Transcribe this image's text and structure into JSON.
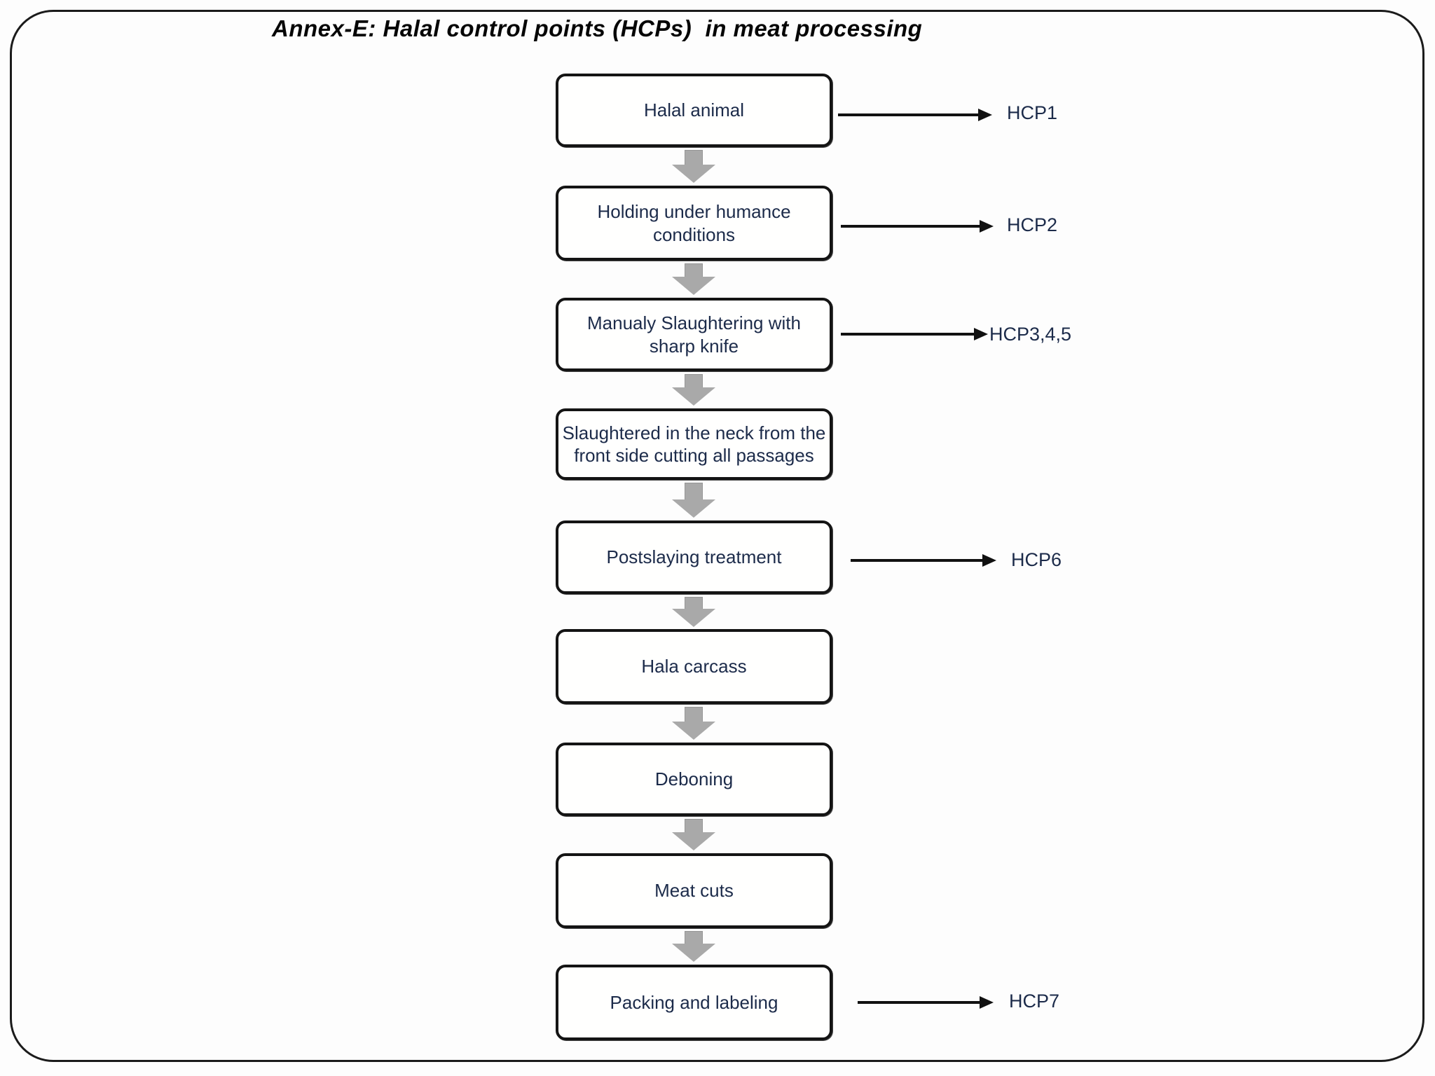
{
  "title": "Annex-E: Halal control points (HCPs)  in meat processing",
  "flow": {
    "steps": [
      {
        "label": "Halal animal",
        "hcp": "HCP1"
      },
      {
        "label": "Holding under humance conditions",
        "hcp": "HCP2"
      },
      {
        "label": "Manualy Slaughtering with sharp knife",
        "hcp": "HCP3,4,5"
      },
      {
        "label": "Slaughtered in the neck from the front side cutting all passages"
      },
      {
        "label": "Postslaying treatment",
        "hcp": "HCP6"
      },
      {
        "label": "Hala carcass"
      },
      {
        "label": "Deboning"
      },
      {
        "label": "Meat cuts"
      },
      {
        "label": "Packing and labeling",
        "hcp": "HCP7"
      }
    ]
  },
  "colors": {
    "box_border": "#141414",
    "box_text": "#1c2b4a",
    "flow_arrow_gray": "#a9a9a9",
    "connector_black": "#111111",
    "title_text": "#050505"
  },
  "icons": {
    "down_block_arrow": "block-arrow-down",
    "right_line_arrow": "arrow-right"
  }
}
